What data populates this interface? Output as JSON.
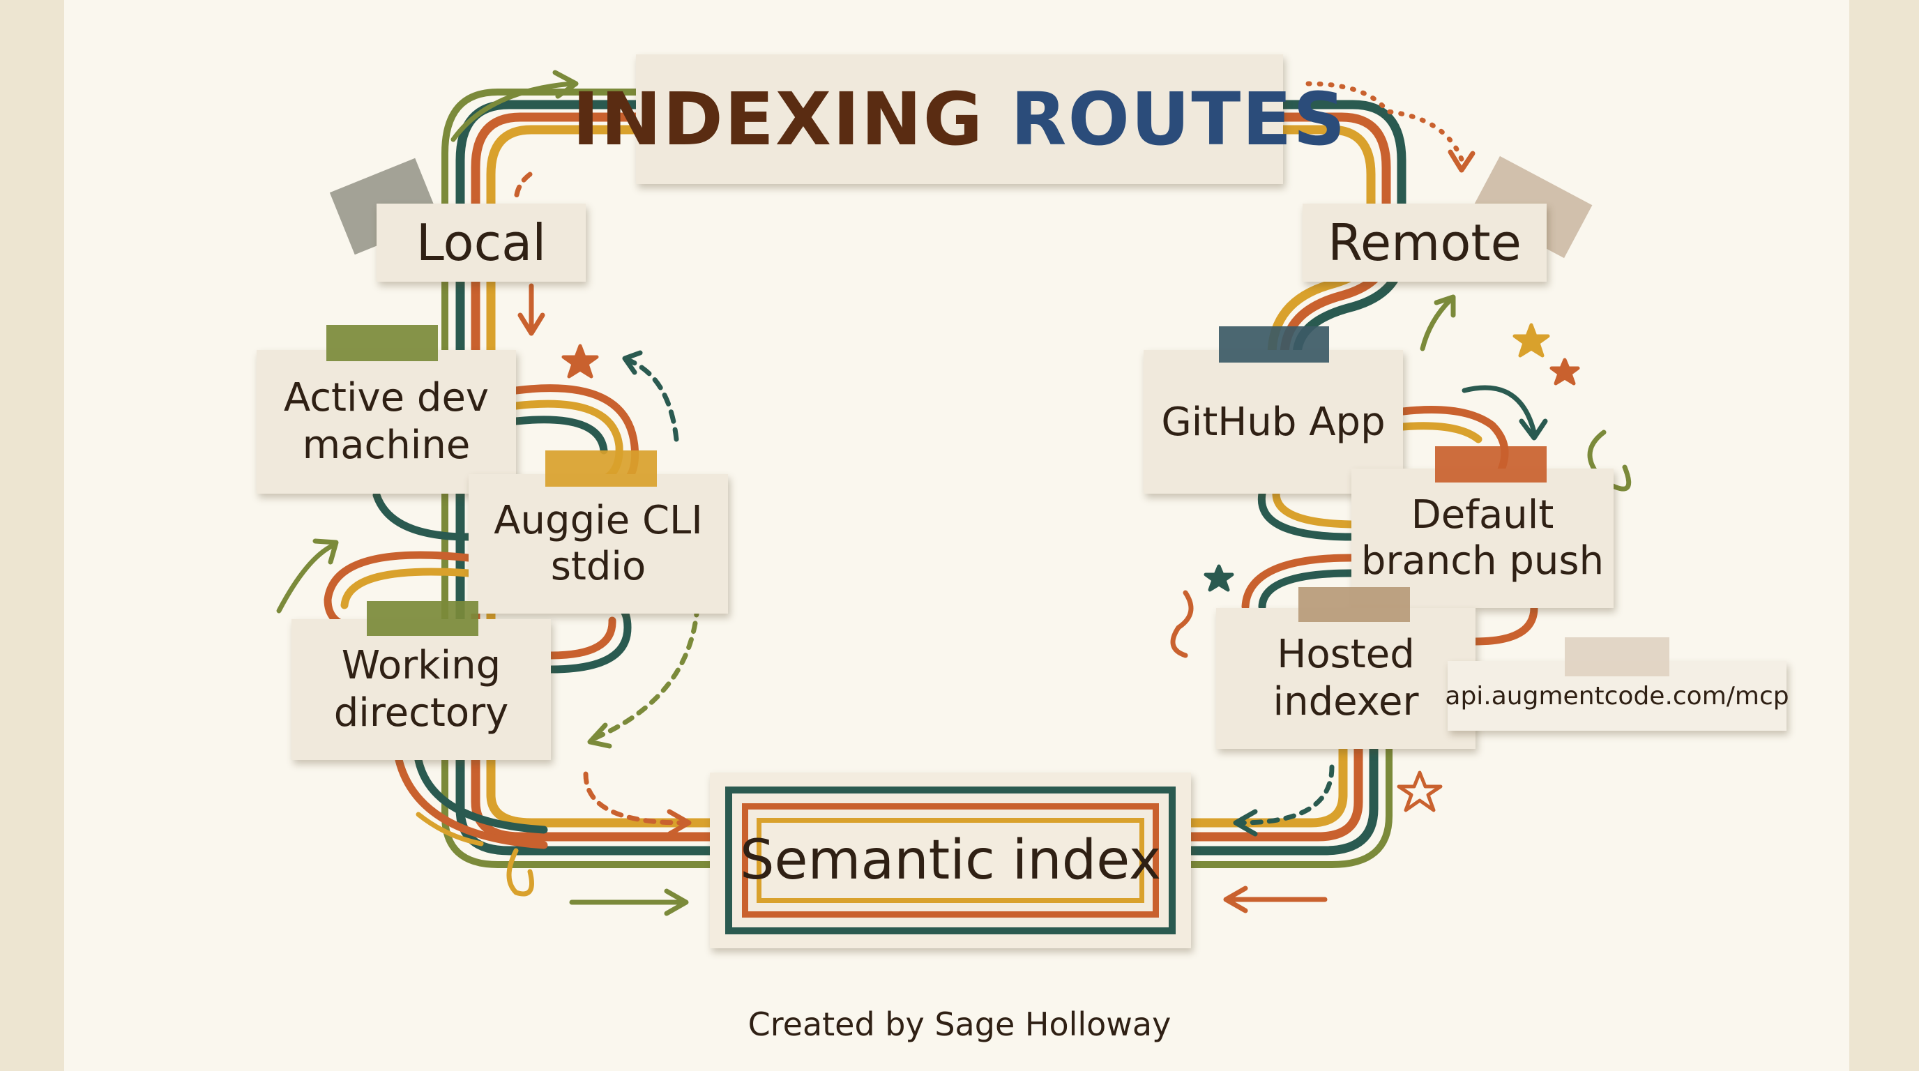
{
  "title": {
    "main": "INDEXING",
    "accent": "ROUTES"
  },
  "groups": {
    "local": "Local",
    "remote": "Remote"
  },
  "local_nodes": [
    {
      "line1": "Active dev",
      "line2": "machine"
    },
    {
      "line1": "Auggie CLI",
      "line2": "stdio"
    },
    {
      "line1": "Working",
      "line2": "directory"
    }
  ],
  "remote_nodes": [
    {
      "line1": "GitHub App"
    },
    {
      "line1": "Default",
      "line2": "branch push"
    },
    {
      "line1": "Hosted",
      "line2": "indexer"
    }
  ],
  "endpoint": "api.augmentcode.com/mcp",
  "target": "Semantic index",
  "credit": "Created by Sage Holloway",
  "colors": {
    "paper": "#faf7ee",
    "card": "#f0e9dc",
    "ink": "#2f2014",
    "title_brown": "#5a2c12",
    "title_blue": "#2b4c7a",
    "orange": "#c9612e",
    "mustard": "#d9a12c",
    "teal": "#2a5a50",
    "olive": "#7b8a3a"
  }
}
